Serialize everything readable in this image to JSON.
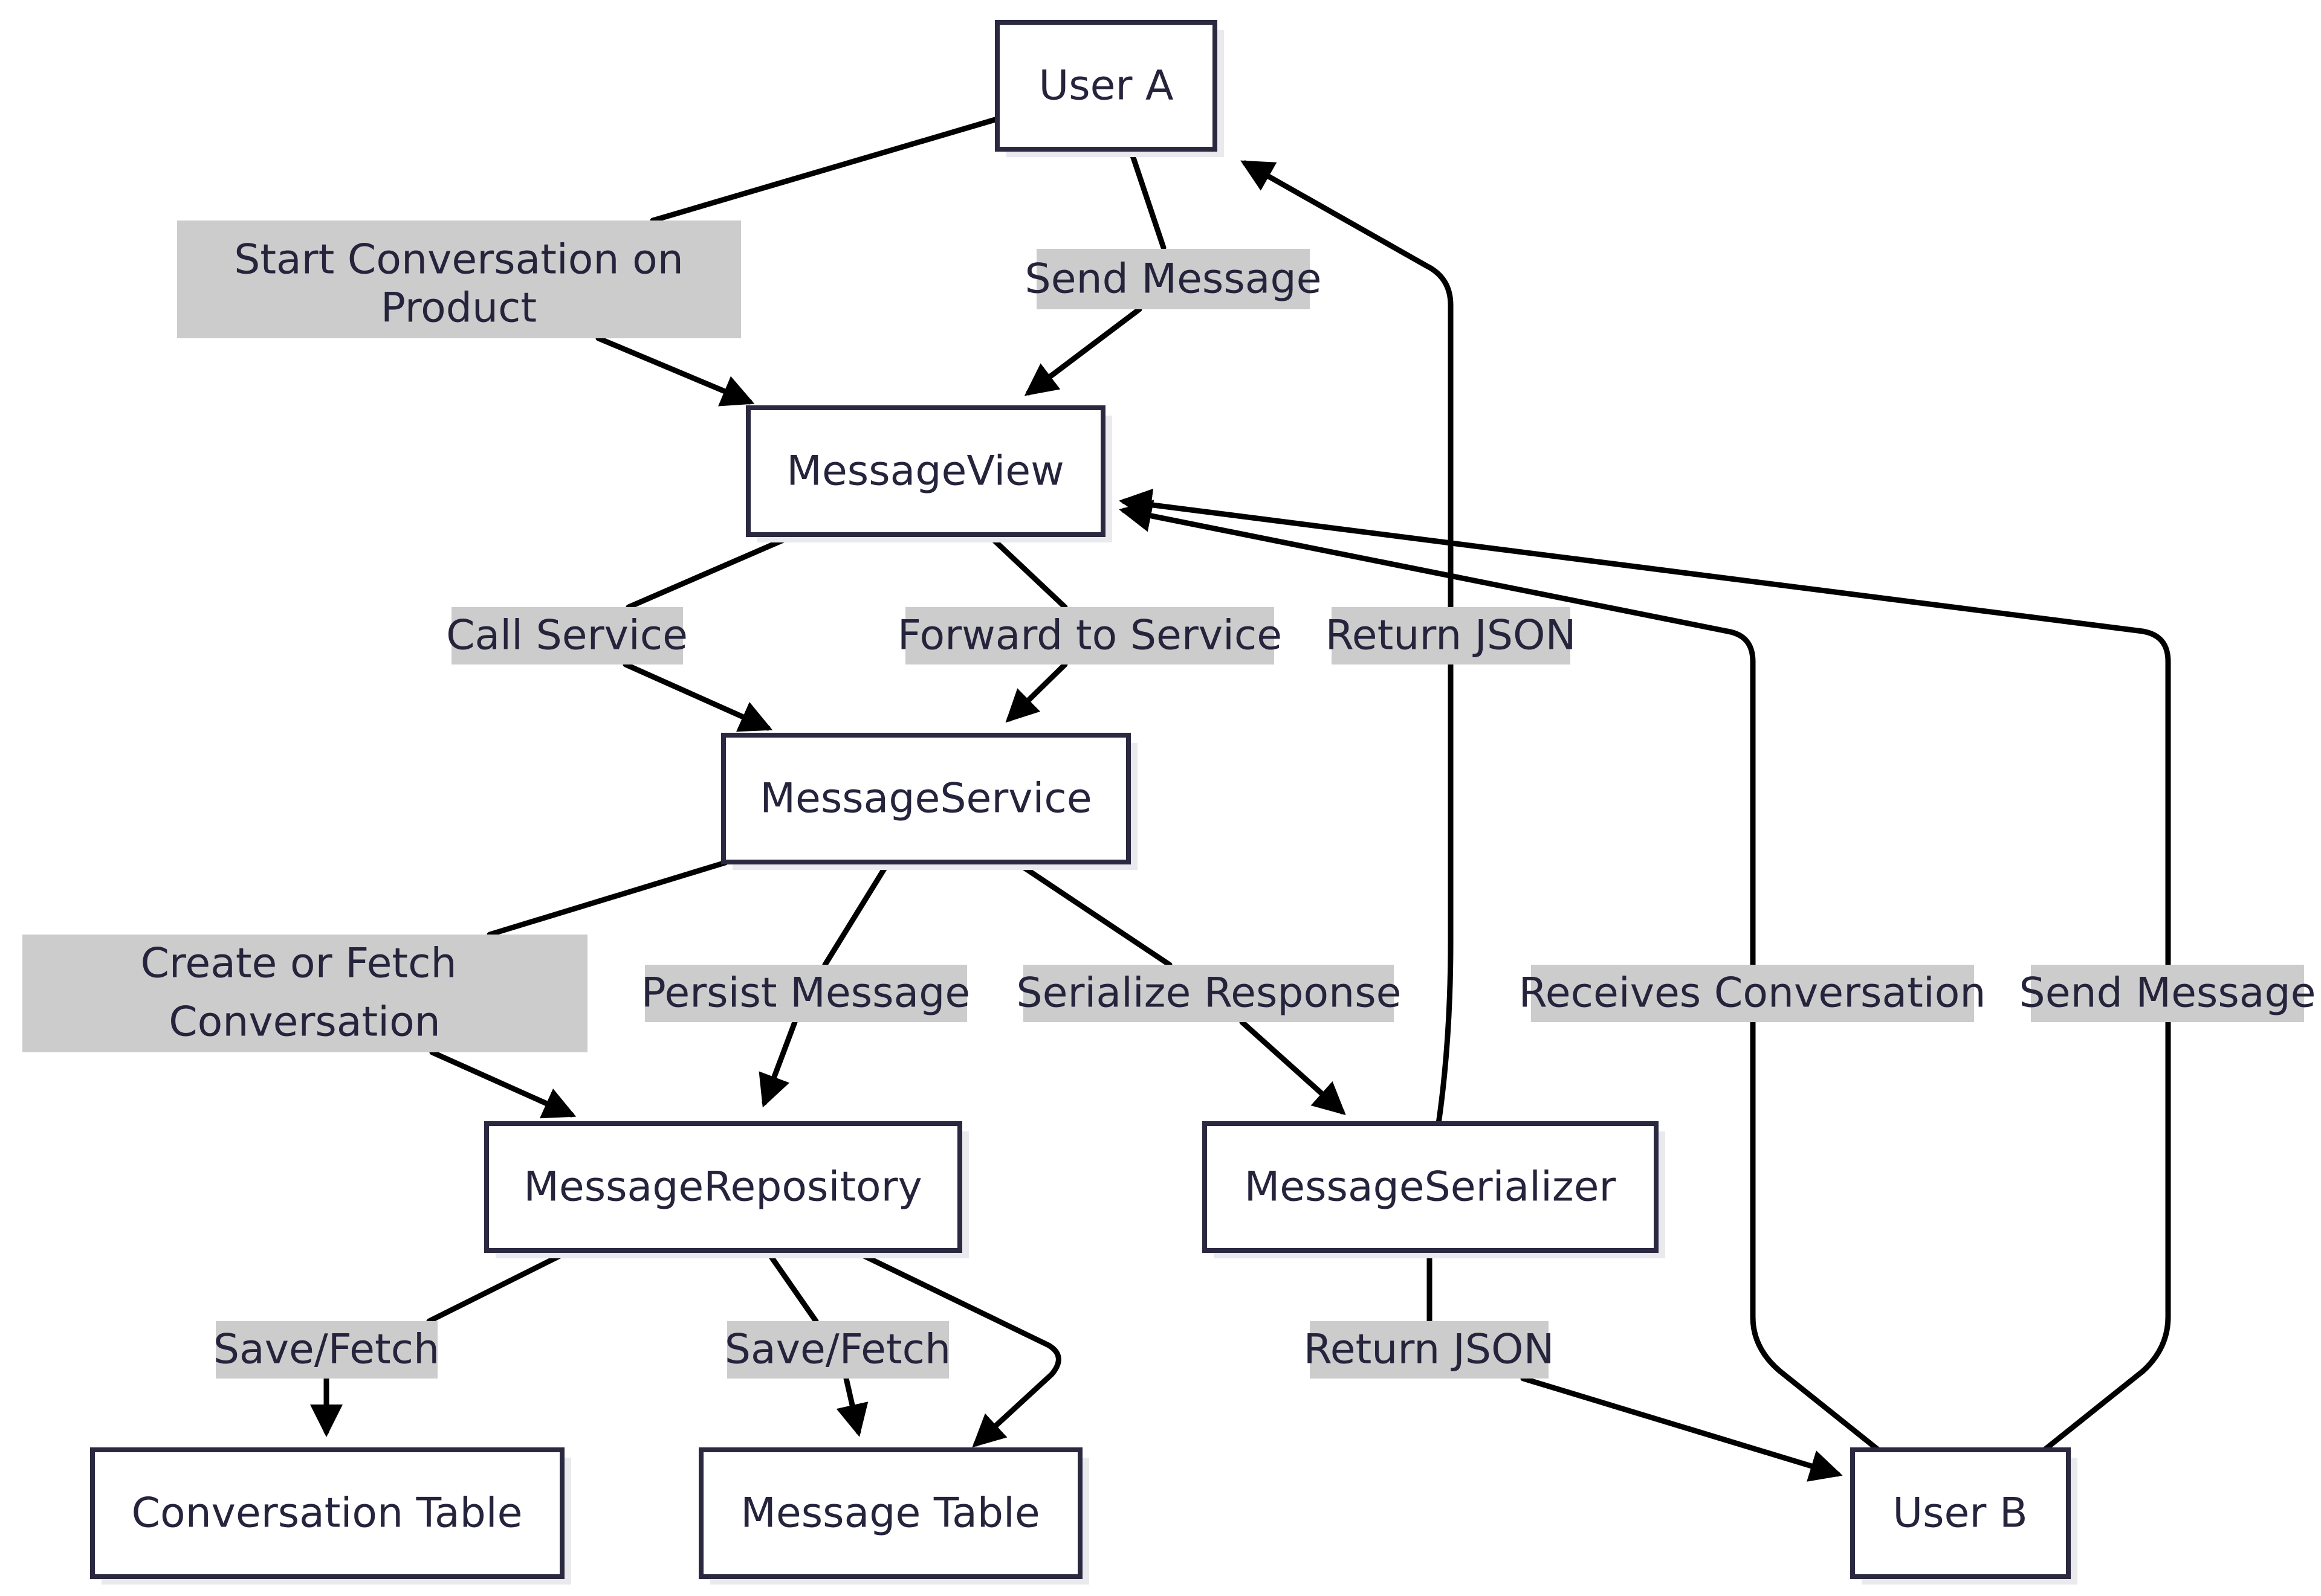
{
  "diagram": {
    "colors": {
      "node_fill": "#ffffff",
      "node_border": "#2b2940",
      "node_text": "#25243c",
      "edge": "#000000",
      "label_bg": "#cccccc"
    },
    "nodes": {
      "user_a": "User A",
      "message_view": "MessageView",
      "message_service": "MessageService",
      "message_repository": "MessageRepository",
      "message_serializer": "MessageSerializer",
      "conversation_table": "Conversation Table",
      "message_table": "Message Table",
      "user_b": "User B"
    },
    "edges": {
      "start_conversation": [
        "Start Conversation on",
        "Product"
      ],
      "send_message_a": "Send Message",
      "call_service": "Call Service",
      "forward_to_service": "Forward to Service",
      "return_json_a": "Return JSON",
      "create_or_fetch": [
        "Create or Fetch",
        "Conversation"
      ],
      "persist_message": "Persist Message",
      "serialize_response": "Serialize Response",
      "receives_conversation": "Receives Conversation",
      "send_message_b": "Send Message",
      "save_fetch_conv": "Save/Fetch",
      "save_fetch_msg": "Save/Fetch",
      "return_json_b": "Return JSON"
    }
  }
}
